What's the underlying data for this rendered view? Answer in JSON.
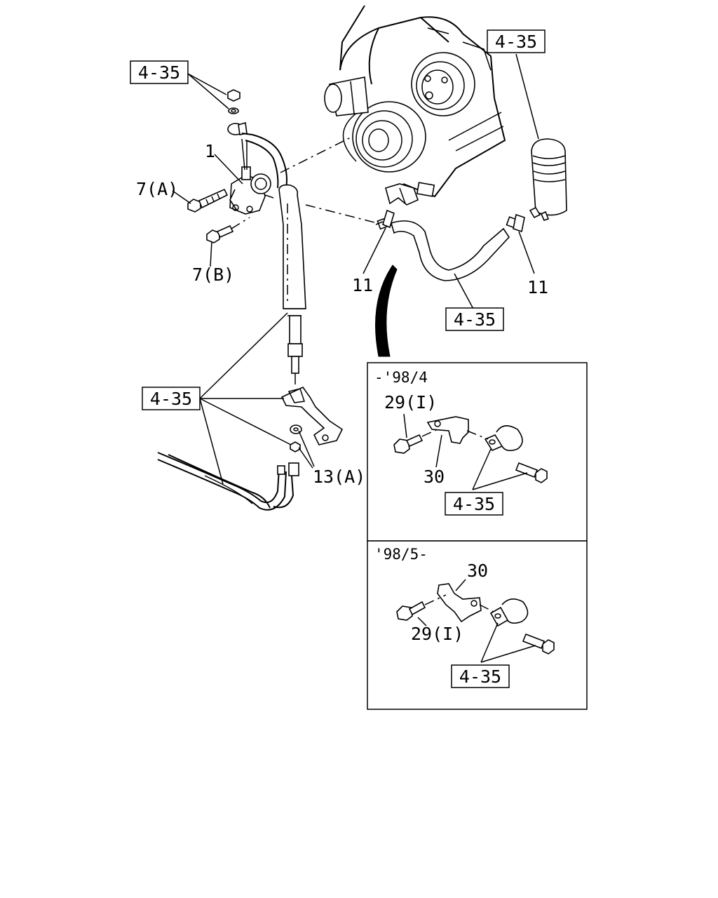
{
  "diagram": {
    "ref_tags": {
      "top_left": "4-35",
      "top_right": "4-35",
      "hose_mid": "4-35",
      "left_mid": "4-35",
      "inset_top": "4-35",
      "inset_bottom": "4-35"
    },
    "callouts": {
      "pump": "1",
      "bolt_a": "7(A)",
      "bolt_b": "7(B)",
      "clamp_left": "11",
      "clamp_right": "11",
      "washer": "13(A)"
    },
    "insets": [
      {
        "header": "-'98/4",
        "bolt_label": "29(I)",
        "bracket_label": "30"
      },
      {
        "header": "'98/5-",
        "bolt_label": "29(I)",
        "bracket_label": "30"
      }
    ]
  }
}
